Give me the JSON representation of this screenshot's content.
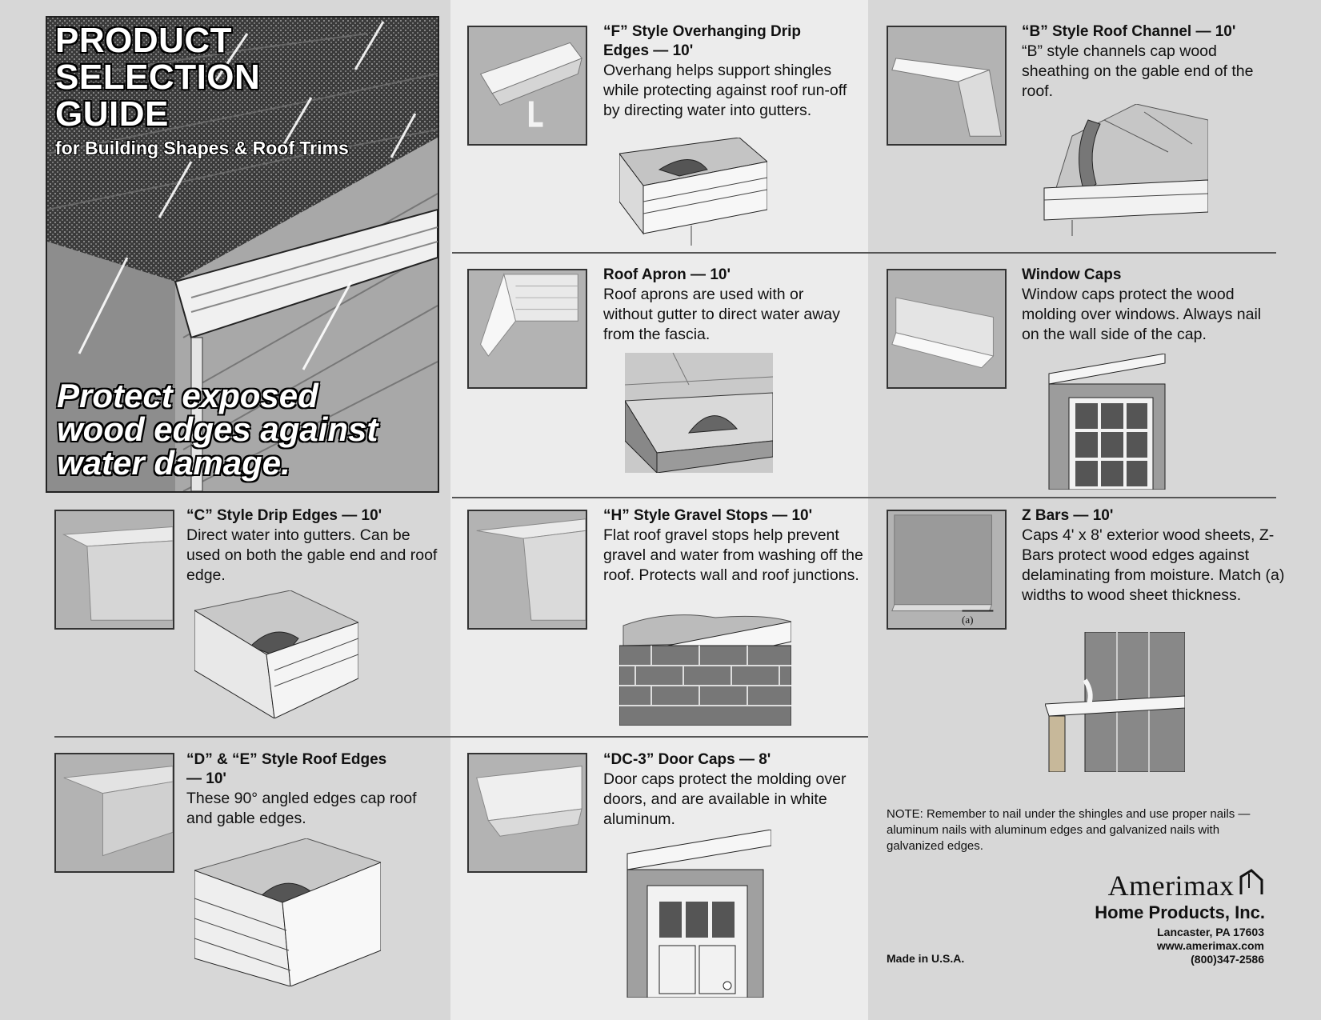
{
  "cover": {
    "title_line1": "PRODUCT",
    "title_line2": "SELECTION",
    "title_line3": "GUIDE",
    "subtitle": "for Building Shapes & Roof Trims",
    "tagline_line1": "Protect exposed",
    "tagline_line2": "wood edges against",
    "tagline_line3": "water damage."
  },
  "products": {
    "f_style": {
      "title_1": "“F” Style Overhanging Drip",
      "title_2": "Edges — 10'",
      "desc": "Overhang helps support shingles while protecting against roof run-off by directing water into gutters."
    },
    "b_style": {
      "title": "“B” Style Roof Channel — 10'",
      "desc": "“B” style channels cap wood sheathing on the gable end of the roof."
    },
    "roof_apron": {
      "title": "Roof Apron — 10'",
      "desc": "Roof aprons are used with or without gutter to direct water away from the fascia."
    },
    "window_caps": {
      "title": "Window Caps",
      "desc": "Window caps protect the wood molding over windows. Always nail on the wall side of the cap."
    },
    "c_style": {
      "title": "“C” Style Drip Edges — 10'",
      "desc": "Direct water into gutters. Can be used on both the gable end and roof edge."
    },
    "h_style": {
      "title": "“H” Style Gravel Stops — 10'",
      "desc": "Flat roof gravel stops help prevent gravel and water from washing off the roof. Protects wall and roof junctions."
    },
    "z_bars": {
      "title": "Z Bars — 10'",
      "desc": "Caps 4' x 8' exterior wood sheets, Z-Bars protect wood edges against delaminating from moisture. Match (a) widths to wood sheet thickness.",
      "thumb_label": "(a)"
    },
    "de_style": {
      "title_1": "“D” & “E” Style Roof Edges",
      "title_2": "— 10'",
      "desc": "These 90° angled edges cap roof and gable edges."
    },
    "dc3": {
      "title": "“DC-3” Door Caps — 8'",
      "desc": "Door caps protect the molding over doors, and are available in white aluminum."
    }
  },
  "note": "NOTE: Remember to nail under the shingles and use proper nails — aluminum nails with aluminum edges and galvanized nails with galvanized edges.",
  "made_in": "Made in U.S.A.",
  "company": {
    "name": "Amerimax",
    "sub": "Home Products, Inc.",
    "city": "Lancaster, PA 17603",
    "web": "www.amerimax.com",
    "phone": "(800)347-2586"
  }
}
